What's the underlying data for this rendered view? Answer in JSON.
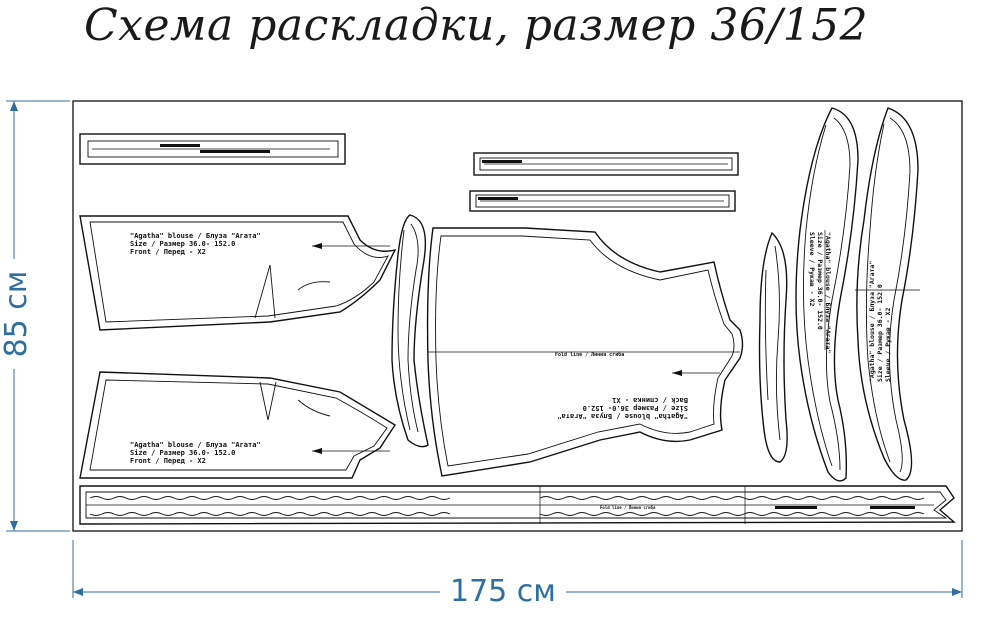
{
  "title": "Схема раскладки, размер 36/152",
  "dimensions": {
    "width_label": "175 см",
    "height_label": "85 см"
  },
  "colors": {
    "dimension": "#2f6fa0",
    "pattern_lines": "#111111"
  },
  "pieces": {
    "front_top": [
      "\"Agatha\" blouse / Блуза \"Агата\"",
      "Size / Размер   36.0- 152.0",
      "Front / Перед - X2"
    ],
    "front_bottom": [
      "\"Agatha\" blouse / Блуза \"Агата\"",
      "Size / Размер   36.0- 152.0",
      "Front / Перед - X2"
    ],
    "back": [
      "\"Agatha\" blouse / Блуза \"Агата\"",
      "Size / Размер   36.0- 152.0",
      "Back / спинка - X1"
    ],
    "back_fold": "Fold line / Линия сгиба",
    "sleeve_left": [
      "\"Agatha\" blouse / Блуза \"Агата\"",
      "Size / Размер   36.0- 152.0",
      "Sleeve / Рукав - X2"
    ],
    "sleeve_right": [
      "\"Agatha\" blouse / Блуза \"Агата\"",
      "Size / Размер   36.0- 152.0",
      "Sleeve / Рукав - X2"
    ],
    "bottom_fold": "Fold line / Линия сгиба"
  }
}
